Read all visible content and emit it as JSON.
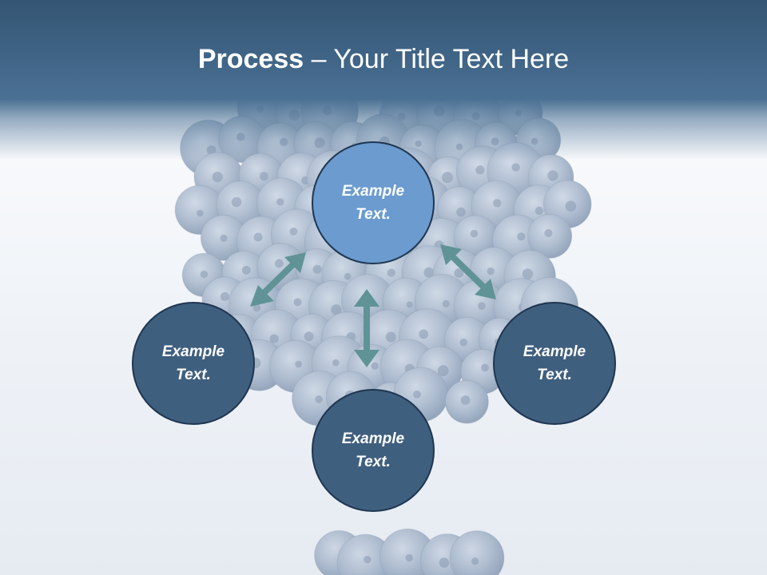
{
  "title": {
    "bold": "Process",
    "separator": " – ",
    "rest": "Your Title Text Here"
  },
  "nodes": {
    "top": "Example\nText.",
    "left": "Example\nText.",
    "right": "Example\nText.",
    "bottom": "Example\nText."
  },
  "colors": {
    "header": "#3f6486",
    "node_highlight": "#6b9bcf",
    "node": "#3f5f7f",
    "node_border": "#1f3651",
    "arrow": "#5f9396",
    "berry": "#9fb0c6"
  },
  "background_image": "blueberries-heart"
}
